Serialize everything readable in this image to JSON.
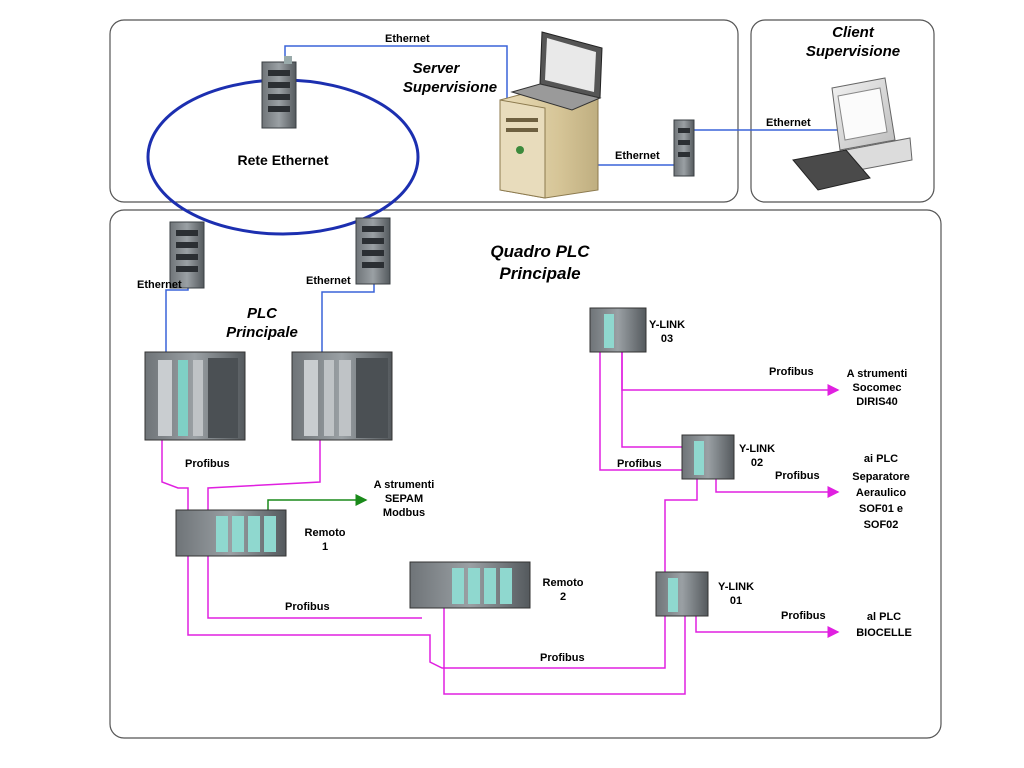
{
  "panels": {
    "server_title": [
      "Server",
      "Supervisione"
    ],
    "client_title": [
      "Client",
      "Supervisione"
    ],
    "quadro_title": [
      "Quadro PLC",
      "Principale"
    ],
    "plc_title": [
      "PLC",
      "Principale"
    ],
    "rete": "Rete Ethernet"
  },
  "links": {
    "ethernet_top": "Ethernet",
    "ethernet_server": "Ethernet",
    "ethernet_client": "Ethernet",
    "ethernet_left": "Ethernet",
    "ethernet_right": "Ethernet",
    "profibus_plc": "Profibus",
    "profibus_mid": "Profibus",
    "profibus_bottom": "Profibus",
    "profibus_ylink02": "Profibus",
    "profibus_ylink03": "Profibus",
    "profibus_ylink02_out": "Profibus",
    "profibus_ylink01_out": "Profibus"
  },
  "devices": {
    "remoto1": [
      "Remoto",
      "1"
    ],
    "remoto2": [
      "Remoto",
      "2"
    ],
    "ylink03": [
      "Y-LINK",
      "03"
    ],
    "ylink02": [
      "Y-LINK",
      "02"
    ],
    "ylink01": [
      "Y-LINK",
      "01"
    ]
  },
  "targets": {
    "sepam": [
      "A strumenti",
      "SEPAM",
      "Modbus"
    ],
    "socomec": [
      "A strumenti",
      "Socomec",
      "DIRIS40"
    ],
    "separatore": [
      "ai  PLC",
      "Separatore",
      "Aeraulico",
      "SOF01 e",
      "SOF02"
    ],
    "biocelle": [
      "al PLC",
      "BIOCELLE"
    ]
  },
  "colors": {
    "ethernet": "#3a63d8",
    "ring": "#1c2fb0",
    "profibus": "#e020e0",
    "modbus": "#1a8a1a",
    "panel_border": "#555555"
  }
}
